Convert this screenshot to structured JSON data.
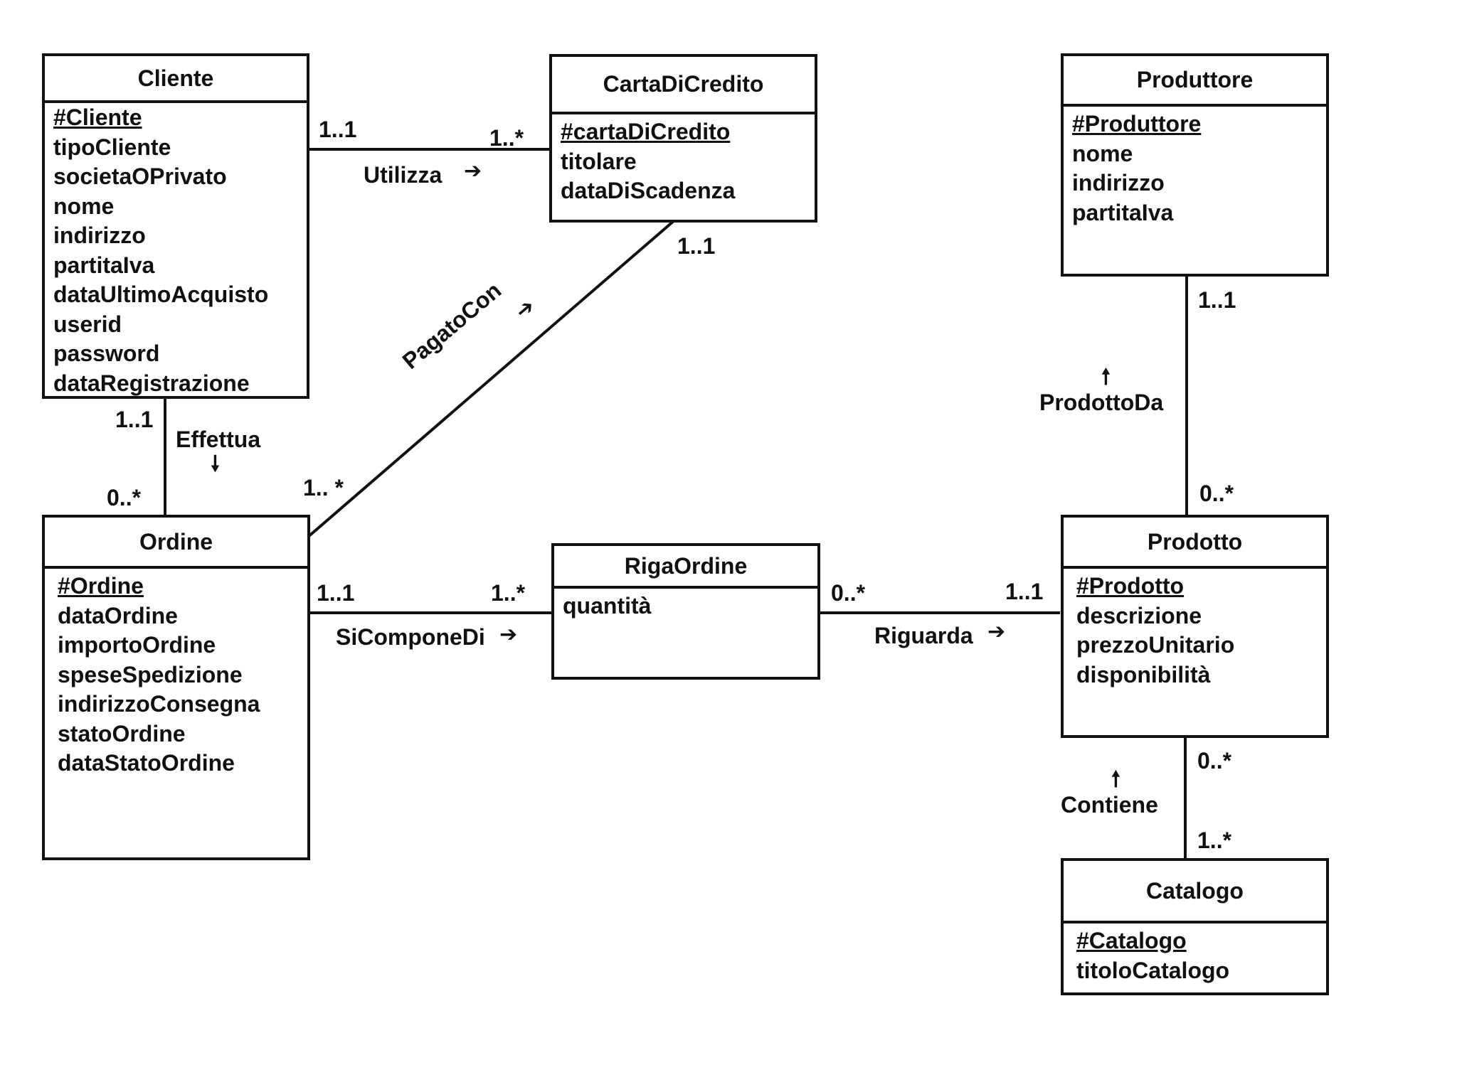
{
  "entities": {
    "cliente": {
      "name": "Cliente",
      "pk": "#Cliente",
      "attrs": [
        "tipoCliente",
        "societaOPrivato",
        "nome",
        "indirizzo",
        "partitaIva",
        "dataUltimoAcquisto",
        "userid",
        "password",
        "dataRegistrazione"
      ]
    },
    "carta": {
      "name": "CartaDiCredito",
      "pk": "#cartaDiCredito",
      "attrs": [
        "titolare",
        "dataDiScadenza"
      ]
    },
    "produttore": {
      "name": "Produttore",
      "pk": "#Produttore",
      "attrs": [
        "nome",
        "indirizzo",
        "partitaIva"
      ]
    },
    "ordine": {
      "name": "Ordine",
      "pk": "#Ordine",
      "attrs": [
        "dataOrdine",
        "importoOrdine",
        "speseSpedizione",
        "indirizzoConsegna",
        "statoOrdine",
        "dataStatoOrdine"
      ]
    },
    "riga": {
      "name": "RigaOrdine",
      "pk": "",
      "attrs": [
        "quantità"
      ]
    },
    "prodotto": {
      "name": "Prodotto",
      "pk": "#Prodotto",
      "attrs": [
        "descrizione",
        "prezzoUnitario",
        "disponibilità"
      ]
    },
    "catalogo": {
      "name": "Catalogo",
      "pk": "#Catalogo",
      "attrs": [
        "titoloCatalogo"
      ]
    }
  },
  "relationships": {
    "utilizza": {
      "name": "Utilizza",
      "card_from": "1..1",
      "card_to": "1..*"
    },
    "pagatoCon": {
      "name": "PagatoCon",
      "card_from": "1.. *",
      "card_to": "1..1"
    },
    "effettua": {
      "name": "Effettua",
      "card_from": "1..1",
      "card_to": "0..*"
    },
    "siComponeDi": {
      "name": "SiComponeDi",
      "card_from": "1..1",
      "card_to": "1..*"
    },
    "riguarda": {
      "name": "Riguarda",
      "card_from": "0..*",
      "card_to": "1..1"
    },
    "prodottoDa": {
      "name": "ProdottoDa",
      "card_from": "0..*",
      "card_to": "1..1"
    },
    "contiene": {
      "name": "Contiene",
      "card_from": "1..*",
      "card_to": "0..*"
    }
  }
}
